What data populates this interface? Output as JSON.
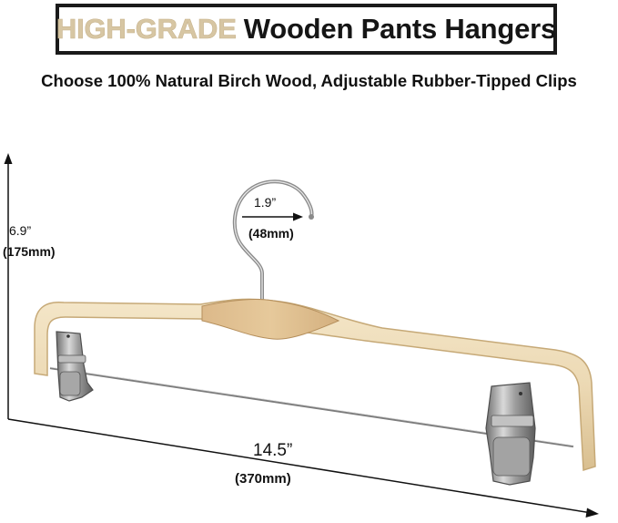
{
  "header": {
    "title_highlight": "HIGH-GRADE",
    "title_rest": "Wooden Pants Hangers",
    "subtitle": "Choose 100% Natural Birch Wood, Adjustable Rubber-Tipped Clips"
  },
  "dimensions": {
    "height_in": "6.9”",
    "height_mm": "(175mm)",
    "hook_in": "1.9”",
    "hook_mm": "(48mm)",
    "width_in": "14.5”",
    "width_mm": "(370mm)"
  },
  "colors": {
    "highlight": "#d7c6a3",
    "wood": "#ecd9b4",
    "wood_edge": "#c9ad7d",
    "metal": "#9a9a9a"
  }
}
